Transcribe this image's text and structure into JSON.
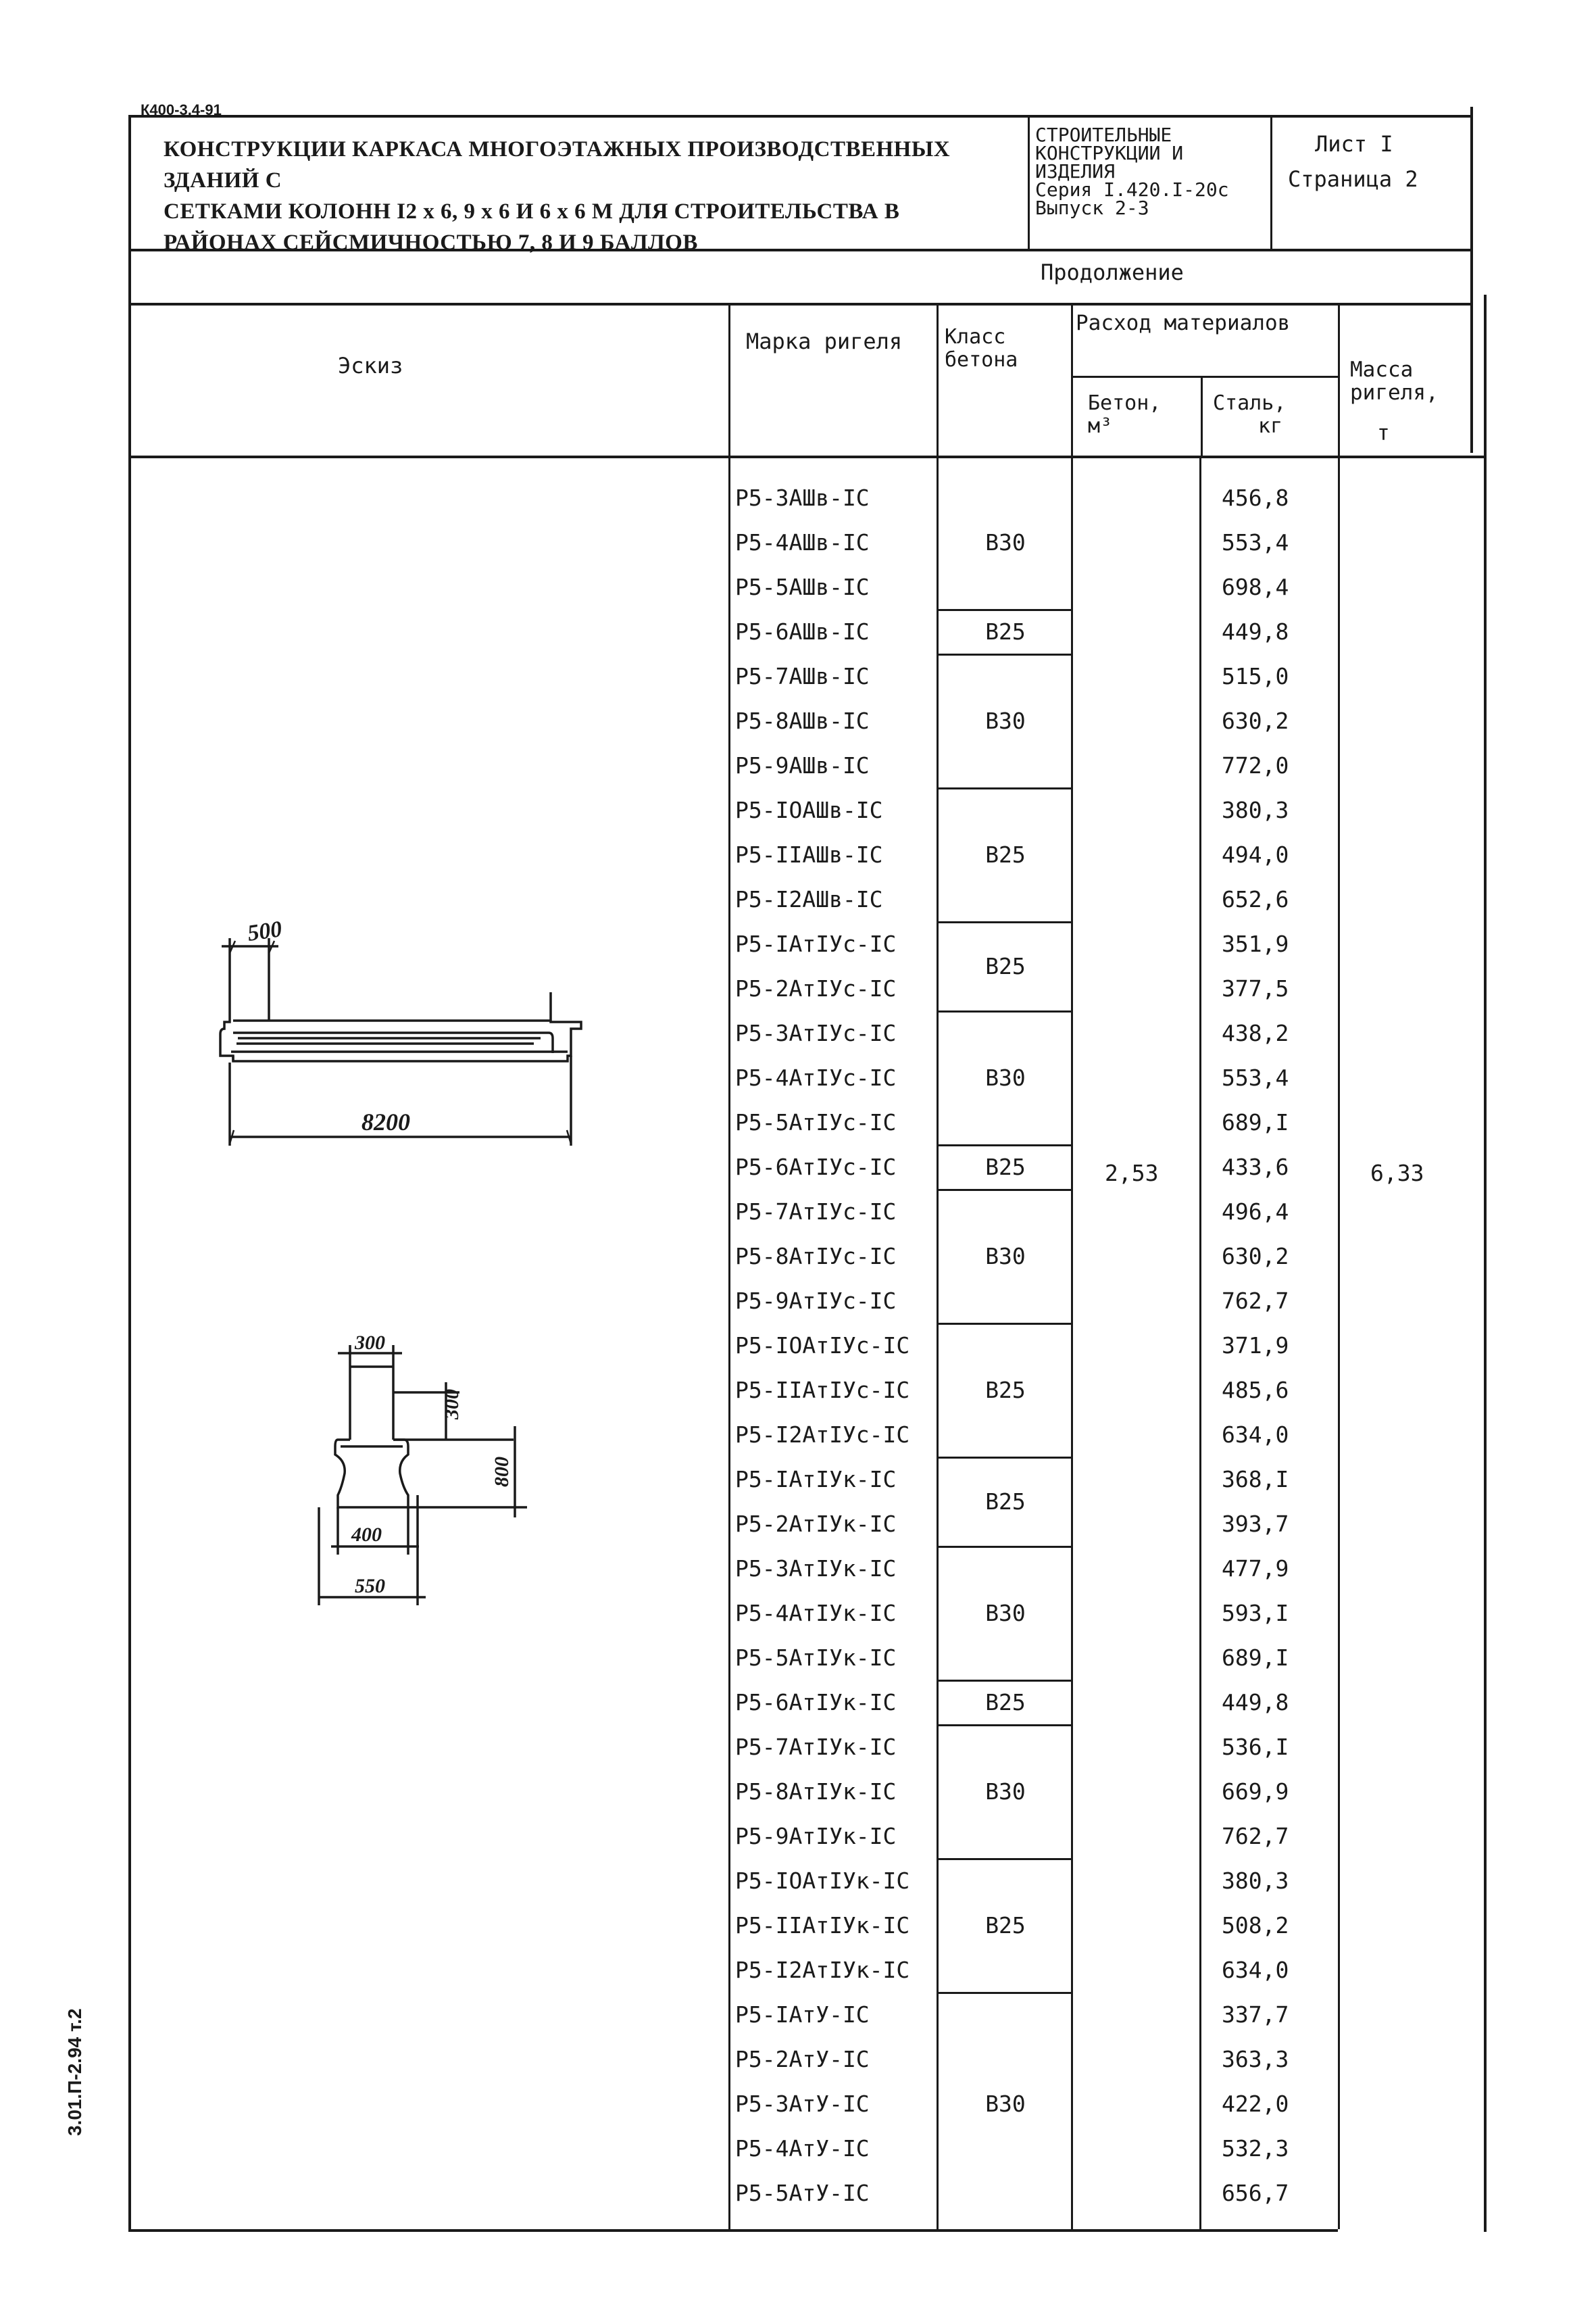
{
  "doc_code": "К400-3,4-91",
  "side_code": "3.01.П-2.94 т.2",
  "title_lines": [
    "КОНСТРУКЦИИ КАРКАСА МНОГОЭТАЖНЫХ ПРОИЗВОДСТВЕННЫХ ЗДАНИЙ С",
    "СЕТКАМИ КОЛОНН I2 х 6, 9 х 6 И 6 х 6 М ДЛЯ СТРОИТЕЛЬСТВА В",
    "РАЙОНАХ СЕЙСМИЧНОСТЬЮ 7, 8 И 9 БАЛЛОВ"
  ],
  "series_block": [
    "СТРОИТЕЛЬНЫЕ",
    "КОНСТРУКЦИИ И",
    "ИЗДЕЛИЯ",
    "Серия I.420.I-20с",
    "Выпуск  2-3"
  ],
  "sheet_label": "Лист  I",
  "page_label": "Страница  2",
  "continuation": "Продолжение",
  "headers": {
    "sketch": "Эскиз",
    "mark": "Марка ригеля",
    "class_line1": "Класс",
    "class_line2": "бетона",
    "consumption": "Расход материалов",
    "concrete_line1": "Бетон,",
    "concrete_line2": "м³",
    "steel_line1": "Сталь,",
    "steel_line2": "кг",
    "mass_line1": "Масса",
    "mass_line2": "ригеля,",
    "mass_line3": "т"
  },
  "sketch_dims": {
    "top_width": "500",
    "length": "8200",
    "section_top": "300",
    "section_flange": "300",
    "section_height": "800",
    "section_web": "400",
    "section_bottom": "550"
  },
  "rows": [
    {
      "mark": "Р5-3АШв-IС",
      "steel": "456,8"
    },
    {
      "mark": "Р5-4АШв-IС",
      "steel": "553,4"
    },
    {
      "mark": "Р5-5АШв-IС",
      "steel": "698,4"
    },
    {
      "mark": "Р5-6АШв-IС",
      "steel": "449,8"
    },
    {
      "mark": "Р5-7АШв-IС",
      "steel": "515,0"
    },
    {
      "mark": "Р5-8АШв-IС",
      "steel": "630,2"
    },
    {
      "mark": "Р5-9АШв-IС",
      "steel": "772,0"
    },
    {
      "mark": "Р5-IОАШв-IС",
      "steel": "380,3"
    },
    {
      "mark": "Р5-IIАШв-IС",
      "steel": "494,0"
    },
    {
      "mark": "Р5-I2АШв-IС",
      "steel": "652,6"
    },
    {
      "mark": "Р5-IАтIУс-IС",
      "steel": "351,9"
    },
    {
      "mark": "Р5-2АтIУс-IС",
      "steel": "377,5"
    },
    {
      "mark": "Р5-3АтIУс-IС",
      "steel": "438,2"
    },
    {
      "mark": "Р5-4АтIУс-IС",
      "steel": "553,4"
    },
    {
      "mark": "Р5-5АтIУс-IС",
      "steel": "689,I"
    },
    {
      "mark": "Р5-6АтIУс-IС",
      "steel": "433,6"
    },
    {
      "mark": "Р5-7АтIУс-IС",
      "steel": "496,4"
    },
    {
      "mark": "Р5-8АтIУс-IС",
      "steel": "630,2"
    },
    {
      "mark": "Р5-9АтIУс-IС",
      "steel": "762,7"
    },
    {
      "mark": "Р5-IОАтIУс-IС",
      "steel": "371,9"
    },
    {
      "mark": "Р5-IIАтIУс-IС",
      "steel": "485,6"
    },
    {
      "mark": "Р5-I2АтIУс-IС",
      "steel": "634,0"
    },
    {
      "mark": "Р5-IАтIУк-IС",
      "steel": "368,I"
    },
    {
      "mark": "Р5-2АтIУк-IС",
      "steel": "393,7"
    },
    {
      "mark": "Р5-3АтIУк-IС",
      "steel": "477,9"
    },
    {
      "mark": "Р5-4АтIУк-IС",
      "steel": "593,I"
    },
    {
      "mark": "Р5-5АтIУк-IС",
      "steel": "689,I"
    },
    {
      "mark": "Р5-6АтIУк-IС",
      "steel": "449,8"
    },
    {
      "mark": "Р5-7АтIУк-IС",
      "steel": "536,I"
    },
    {
      "mark": "Р5-8АтIУк-IС",
      "steel": "669,9"
    },
    {
      "mark": "Р5-9АтIУк-IС",
      "steel": "762,7"
    },
    {
      "mark": "Р5-IОАтIУк-IС",
      "steel": "380,3"
    },
    {
      "mark": "Р5-IIАтIУк-IС",
      "steel": "508,2"
    },
    {
      "mark": "Р5-I2АтIУк-IС",
      "steel": "634,0"
    },
    {
      "mark": "Р5-IАтУ-IС",
      "steel": "337,7"
    },
    {
      "mark": "Р5-2АтУ-IС",
      "steel": "363,3"
    },
    {
      "mark": "Р5-3АтУ-IС",
      "steel": "422,0"
    },
    {
      "mark": "Р5-4АтУ-IС",
      "steel": "532,3"
    },
    {
      "mark": "Р5-5АтУ-IС",
      "steel": "656,7"
    }
  ],
  "class_groups": [
    {
      "class": "В30",
      "from": 0,
      "to": 2
    },
    {
      "class": "В25",
      "from": 3,
      "to": 3
    },
    {
      "class": "В30",
      "from": 4,
      "to": 6
    },
    {
      "class": "В25",
      "from": 7,
      "to": 9
    },
    {
      "class": "В25",
      "from": 10,
      "to": 11
    },
    {
      "class": "В30",
      "from": 12,
      "to": 14
    },
    {
      "class": "В25",
      "from": 15,
      "to": 15
    },
    {
      "class": "В30",
      "from": 16,
      "to": 18
    },
    {
      "class": "В25",
      "from": 19,
      "to": 21
    },
    {
      "class": "В25",
      "from": 22,
      "to": 23
    },
    {
      "class": "В30",
      "from": 24,
      "to": 26
    },
    {
      "class": "В25",
      "from": 27,
      "to": 27
    },
    {
      "class": "В30",
      "from": 28,
      "to": 30
    },
    {
      "class": "В25",
      "from": 31,
      "to": 33
    },
    {
      "class": "В30",
      "from": 34,
      "to": 38
    }
  ],
  "concrete_value": "2,53",
  "mass_value": "6,33"
}
